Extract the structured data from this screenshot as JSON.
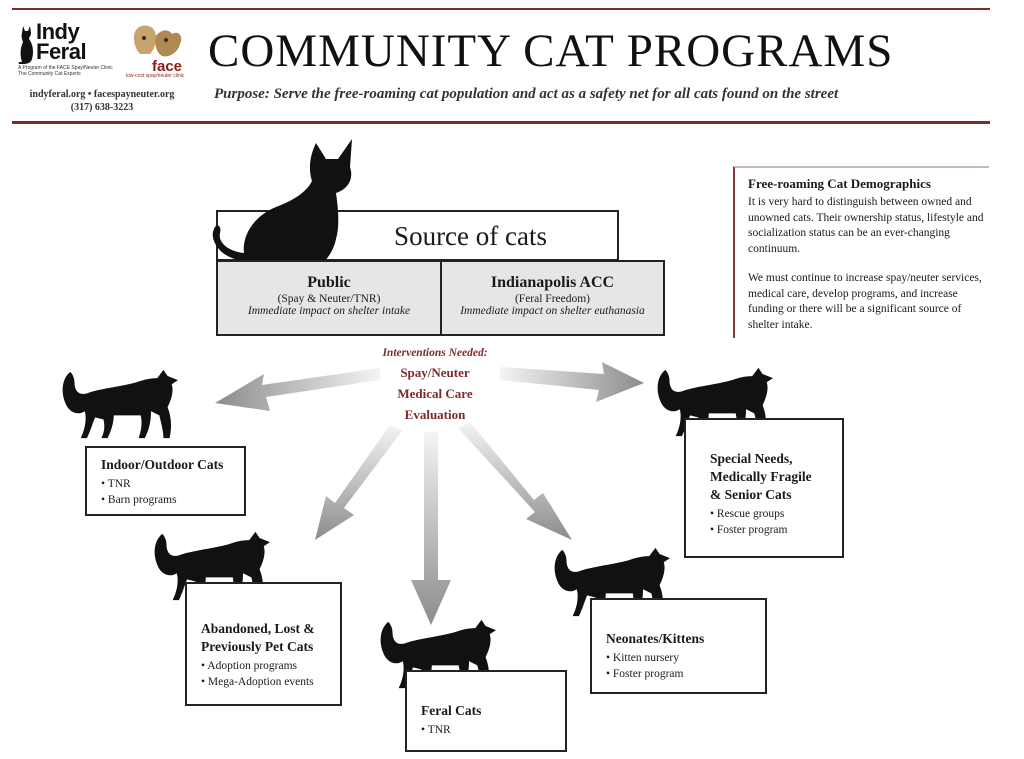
{
  "header": {
    "logo_indy": "Indy Feral",
    "logo_indy_sub": "A Program of the FACE Spay/Neuter Clinic",
    "logo_indy_tagline": "The Community Cat Experts",
    "logo_face": "face",
    "logo_face_sub": "low-cost spay/neuter clinic",
    "websites": "indyferal.org • facespayneuter.org",
    "phone": "(317) 638-3223",
    "title": "COMMUNITY CAT PROGRAMS",
    "purpose": "Purpose: Serve the free-roaming cat population and act as a safety net for all cats found on the street"
  },
  "source": {
    "title": "Source of cats",
    "public": {
      "heading": "Public",
      "sub": "(Spay & Neuter/TNR)",
      "note": "Immediate impact on shelter intake"
    },
    "acc": {
      "heading": "Indianapolis ACC",
      "sub": "(Feral Freedom)",
      "note": "Immediate impact on shelter euthanasia"
    }
  },
  "demographics": {
    "heading": "Free-roaming Cat Demographics",
    "p1": "It is very hard to distinguish between owned and unowned cats. Their ownership status, lifestyle and socialization status can be an ever-changing continuum.",
    "p2": "We must continue to increase spay/neuter services, medical care, develop programs, and increase funding or there will be a significant source of shelter intake."
  },
  "interventions": {
    "heading": "Interventions Needed:",
    "items": [
      "Spay/Neuter",
      "Medical Care",
      "Evaluation"
    ]
  },
  "categories": {
    "indoor": {
      "title": "Indoor/Outdoor Cats",
      "items": [
        "• TNR",
        "• Barn programs"
      ]
    },
    "abandoned": {
      "title_1": "Abandoned, Lost &",
      "title_2": "Previously Pet Cats",
      "items": [
        "• Adoption programs",
        "• Mega-Adoption events"
      ]
    },
    "feral": {
      "title": "Feral Cats",
      "items": [
        "• TNR"
      ]
    },
    "neonates": {
      "title": "Neonates/Kittens",
      "items": [
        "• Kitten nursery",
        "• Foster program"
      ]
    },
    "special": {
      "title_1": "Special Needs,",
      "title_2": "Medically Fragile",
      "title_3": "& Senior Cats",
      "items": [
        "• Rescue groups",
        "• Foster program"
      ]
    }
  },
  "colors": {
    "accent": "#7b2b2b",
    "arrow": "#8c8c8c",
    "cat": "#111111"
  },
  "icons": [
    "sitting-cat-icon",
    "walking-cat-icon",
    "dog-cat-logo-icon"
  ]
}
